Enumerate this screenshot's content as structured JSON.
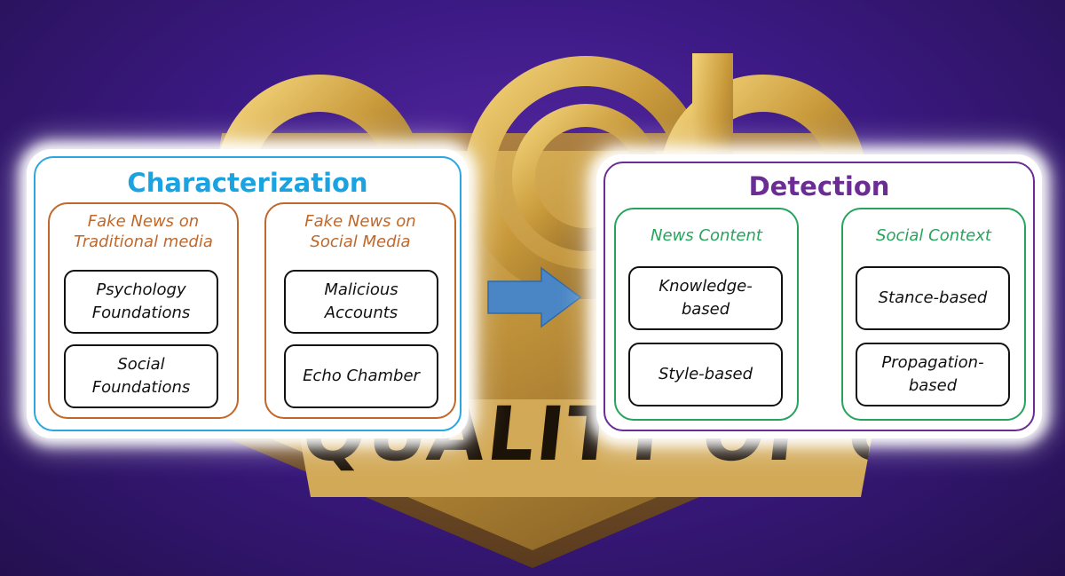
{
  "background": {
    "banner_text": "QUALITY OF OPEN DATA"
  },
  "characterization": {
    "title": "Characterization",
    "groups": [
      {
        "label_line1": "Fake News on",
        "label_line2": "Traditional media",
        "items": [
          {
            "line1": "Psychology",
            "line2": "Foundations"
          },
          {
            "line1": "Social",
            "line2": "Foundations"
          }
        ]
      },
      {
        "label_line1": "Fake News on",
        "label_line2": "Social Media",
        "items": [
          {
            "line1": "Malicious",
            "line2": "Accounts"
          },
          {
            "line1": "Echo Chamber",
            "line2": ""
          }
        ]
      }
    ]
  },
  "detection": {
    "title": "Detection",
    "groups": [
      {
        "label": "News Content",
        "items": [
          {
            "line1": "Knowledge-",
            "line2": "based"
          },
          {
            "line1": "Style-based",
            "line2": ""
          }
        ]
      },
      {
        "label": "Social Context",
        "items": [
          {
            "line1": "Stance-based",
            "line2": ""
          },
          {
            "line1": "Propagation-",
            "line2": "based"
          }
        ]
      }
    ]
  },
  "colors": {
    "characterization_accent": "#2aa7e0",
    "detection_accent": "#6b2d93",
    "characterization_group": "#c0672a",
    "detection_group": "#27a35c",
    "arrow": "#4a86c5"
  }
}
